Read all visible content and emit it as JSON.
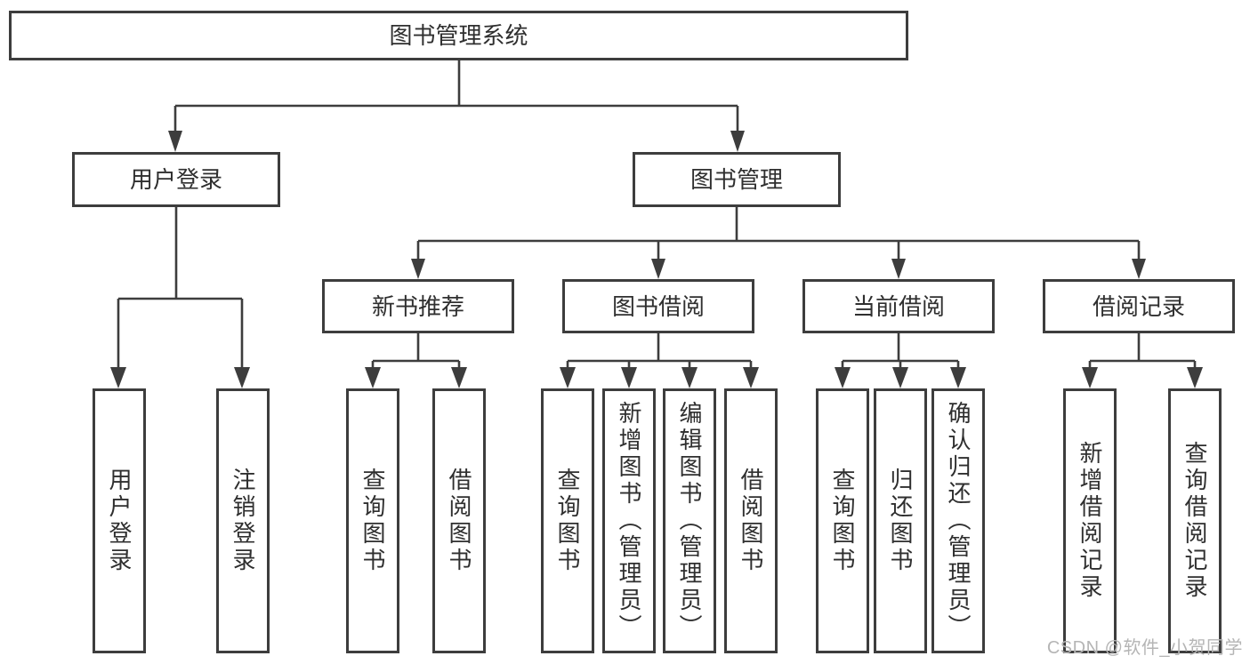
{
  "diagram": {
    "root": {
      "label": "图书管理系统"
    },
    "branches": [
      {
        "label": "用户登录",
        "leaves": [
          {
            "label": "用户登录"
          },
          {
            "label": "注销登录"
          }
        ]
      },
      {
        "label": "图书管理",
        "sections": [
          {
            "label": "新书推荐",
            "leaves": [
              {
                "label": "查询图书"
              },
              {
                "label": "借阅图书"
              }
            ]
          },
          {
            "label": "图书借阅",
            "leaves": [
              {
                "label": "查询图书"
              },
              {
                "label": "新增图书（管理员）"
              },
              {
                "label": "编辑图书（管理员）"
              },
              {
                "label": "借阅图书"
              }
            ]
          },
          {
            "label": "当前借阅",
            "leaves": [
              {
                "label": "查询图书"
              },
              {
                "label": "归还图书"
              },
              {
                "label": "确认归还（管理员）"
              }
            ]
          },
          {
            "label": "借阅记录",
            "leaves": [
              {
                "label": "新增借阅记录"
              },
              {
                "label": "查询借阅记录"
              }
            ]
          }
        ]
      }
    ]
  },
  "watermark": {
    "text": "CSDN @软件_小贺同学"
  },
  "colors": {
    "line": "#3d3d3d",
    "box_border": "#3d3d3d",
    "text": "#2f2f2f",
    "watermark": "#b5b5b5",
    "background": "#ffffff"
  }
}
